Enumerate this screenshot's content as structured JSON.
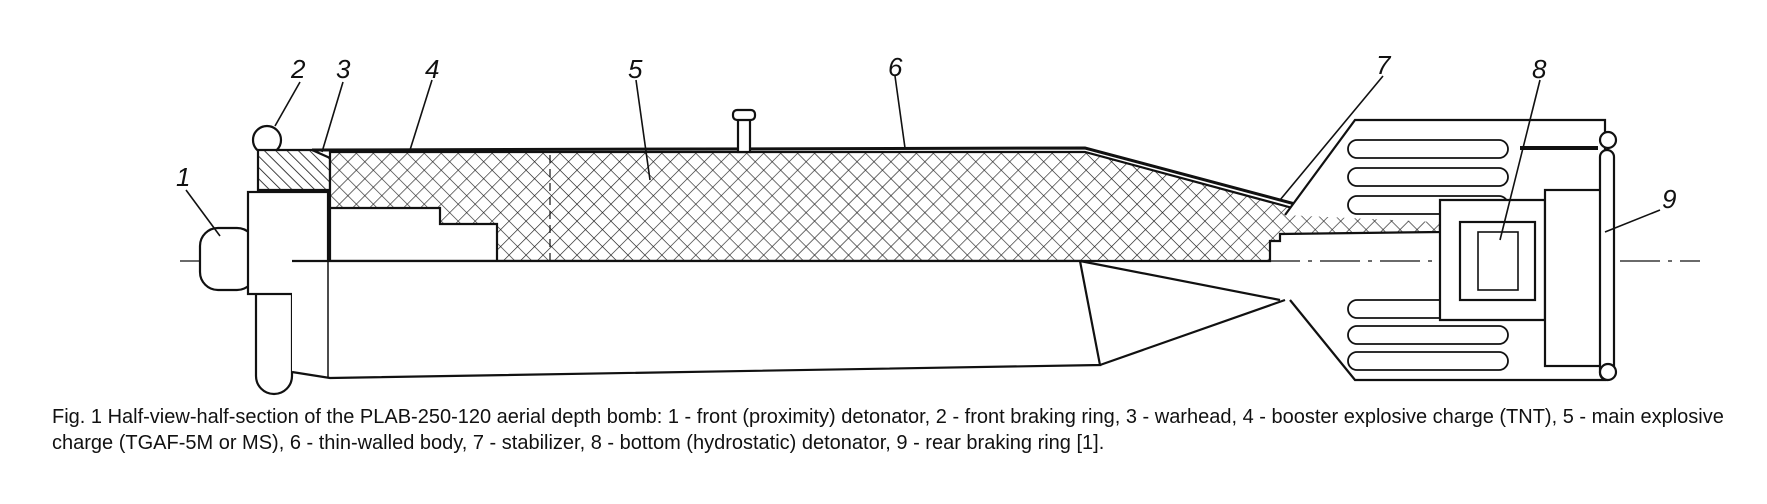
{
  "callouts": [
    "1",
    "2",
    "3",
    "4",
    "5",
    "6",
    "7",
    "8",
    "9"
  ],
  "caption": "Fig. 1 Half-view-half-section of the PLAB-250-120 aerial depth bomb: 1 - front (proximity) detonator, 2 - front braking ring, 3 - warhead, 4 - booster explosive charge (TNT), 5 - main explosive charge (TGAF-5M or MS), 6 - thin-walled body,  7 - stabilizer, 8 - bottom (hydrostatic) detonator, 9 - rear braking ring [1]."
}
